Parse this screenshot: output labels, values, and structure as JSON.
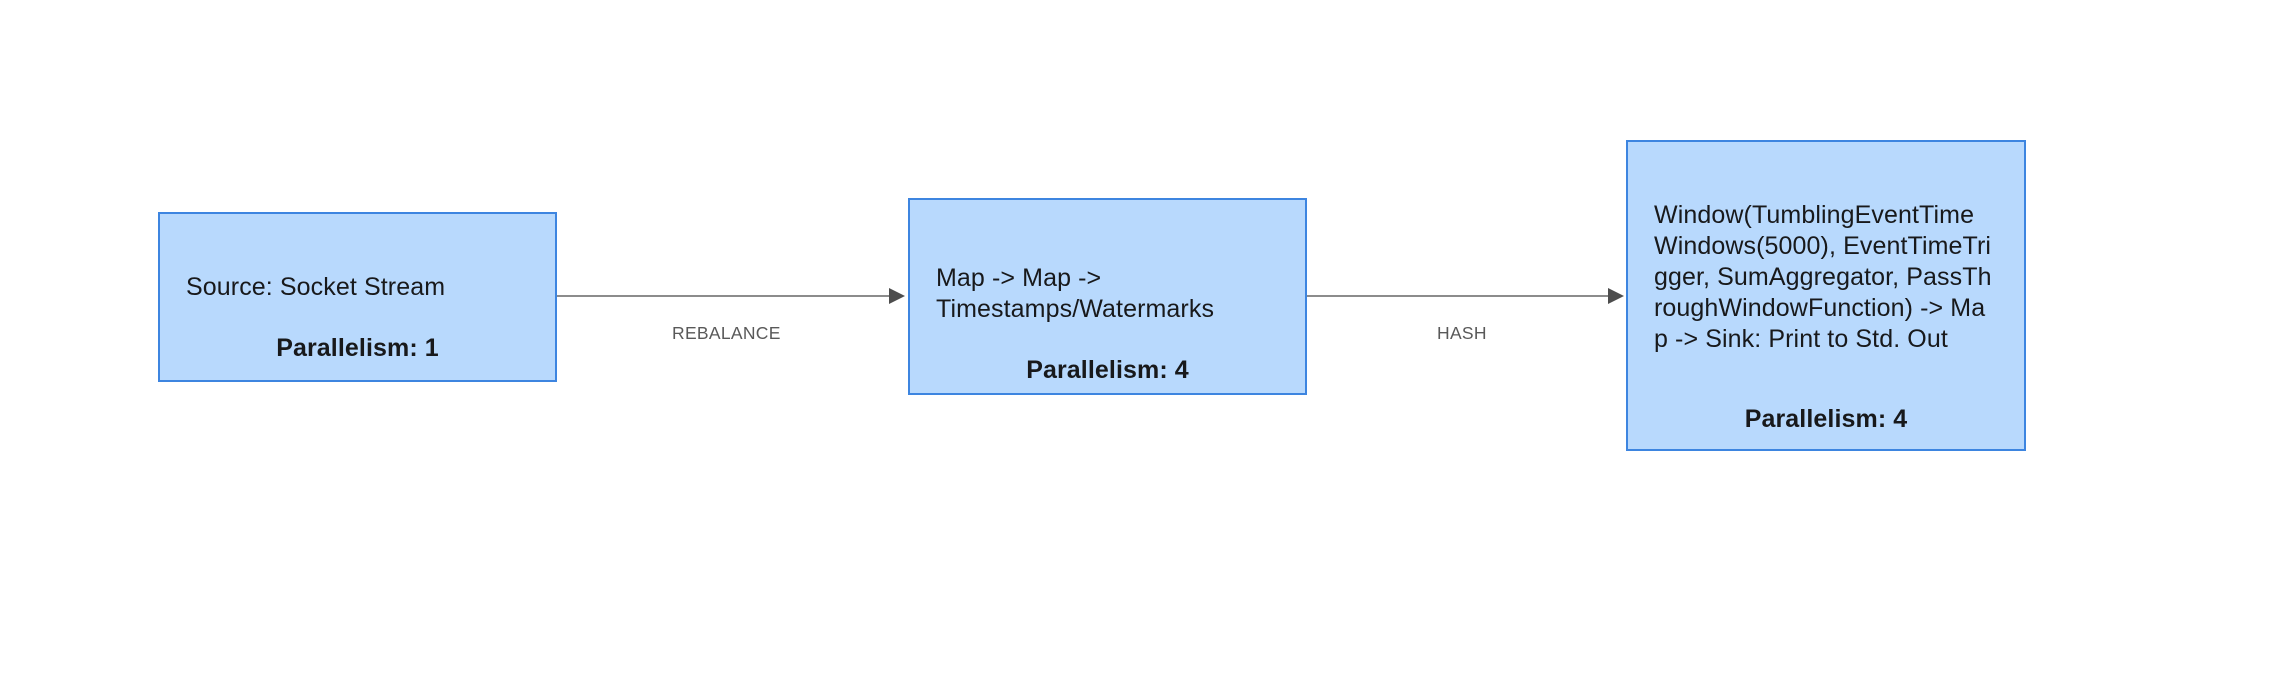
{
  "diagram": {
    "type": "flink-job-graph",
    "background_color": "#ffffff",
    "node_fill_color": "#b8d9fd",
    "node_border_color": "#3d85e0",
    "edge_color": "#8c8c8c",
    "edge_arrow_color": "#4d4d4d",
    "edge_label_color": "#595959",
    "node_text_color": "#18191b"
  },
  "nodes": [
    {
      "id": "source",
      "title": "Source: Socket Stream",
      "parallelism_label": "Parallelism: 1",
      "parallelism": 1
    },
    {
      "id": "map",
      "title": "Map -> Map -> Timestamps/Watermarks",
      "parallelism_label": "Parallelism: 4",
      "parallelism": 4
    },
    {
      "id": "window",
      "title": "Window(TumblingEventTimeWindows(5000), EventTimeTrigger, SumAggregator, PassThroughWindowFunction) -> Map -> Sink: Print to Std. Out",
      "parallelism_label": "Parallelism: 4",
      "parallelism": 4
    }
  ],
  "edges": [
    {
      "id": "edge1",
      "from": "source",
      "to": "map",
      "label": "REBALANCE"
    },
    {
      "id": "edge2",
      "from": "map",
      "to": "window",
      "label": "HASH"
    }
  ]
}
